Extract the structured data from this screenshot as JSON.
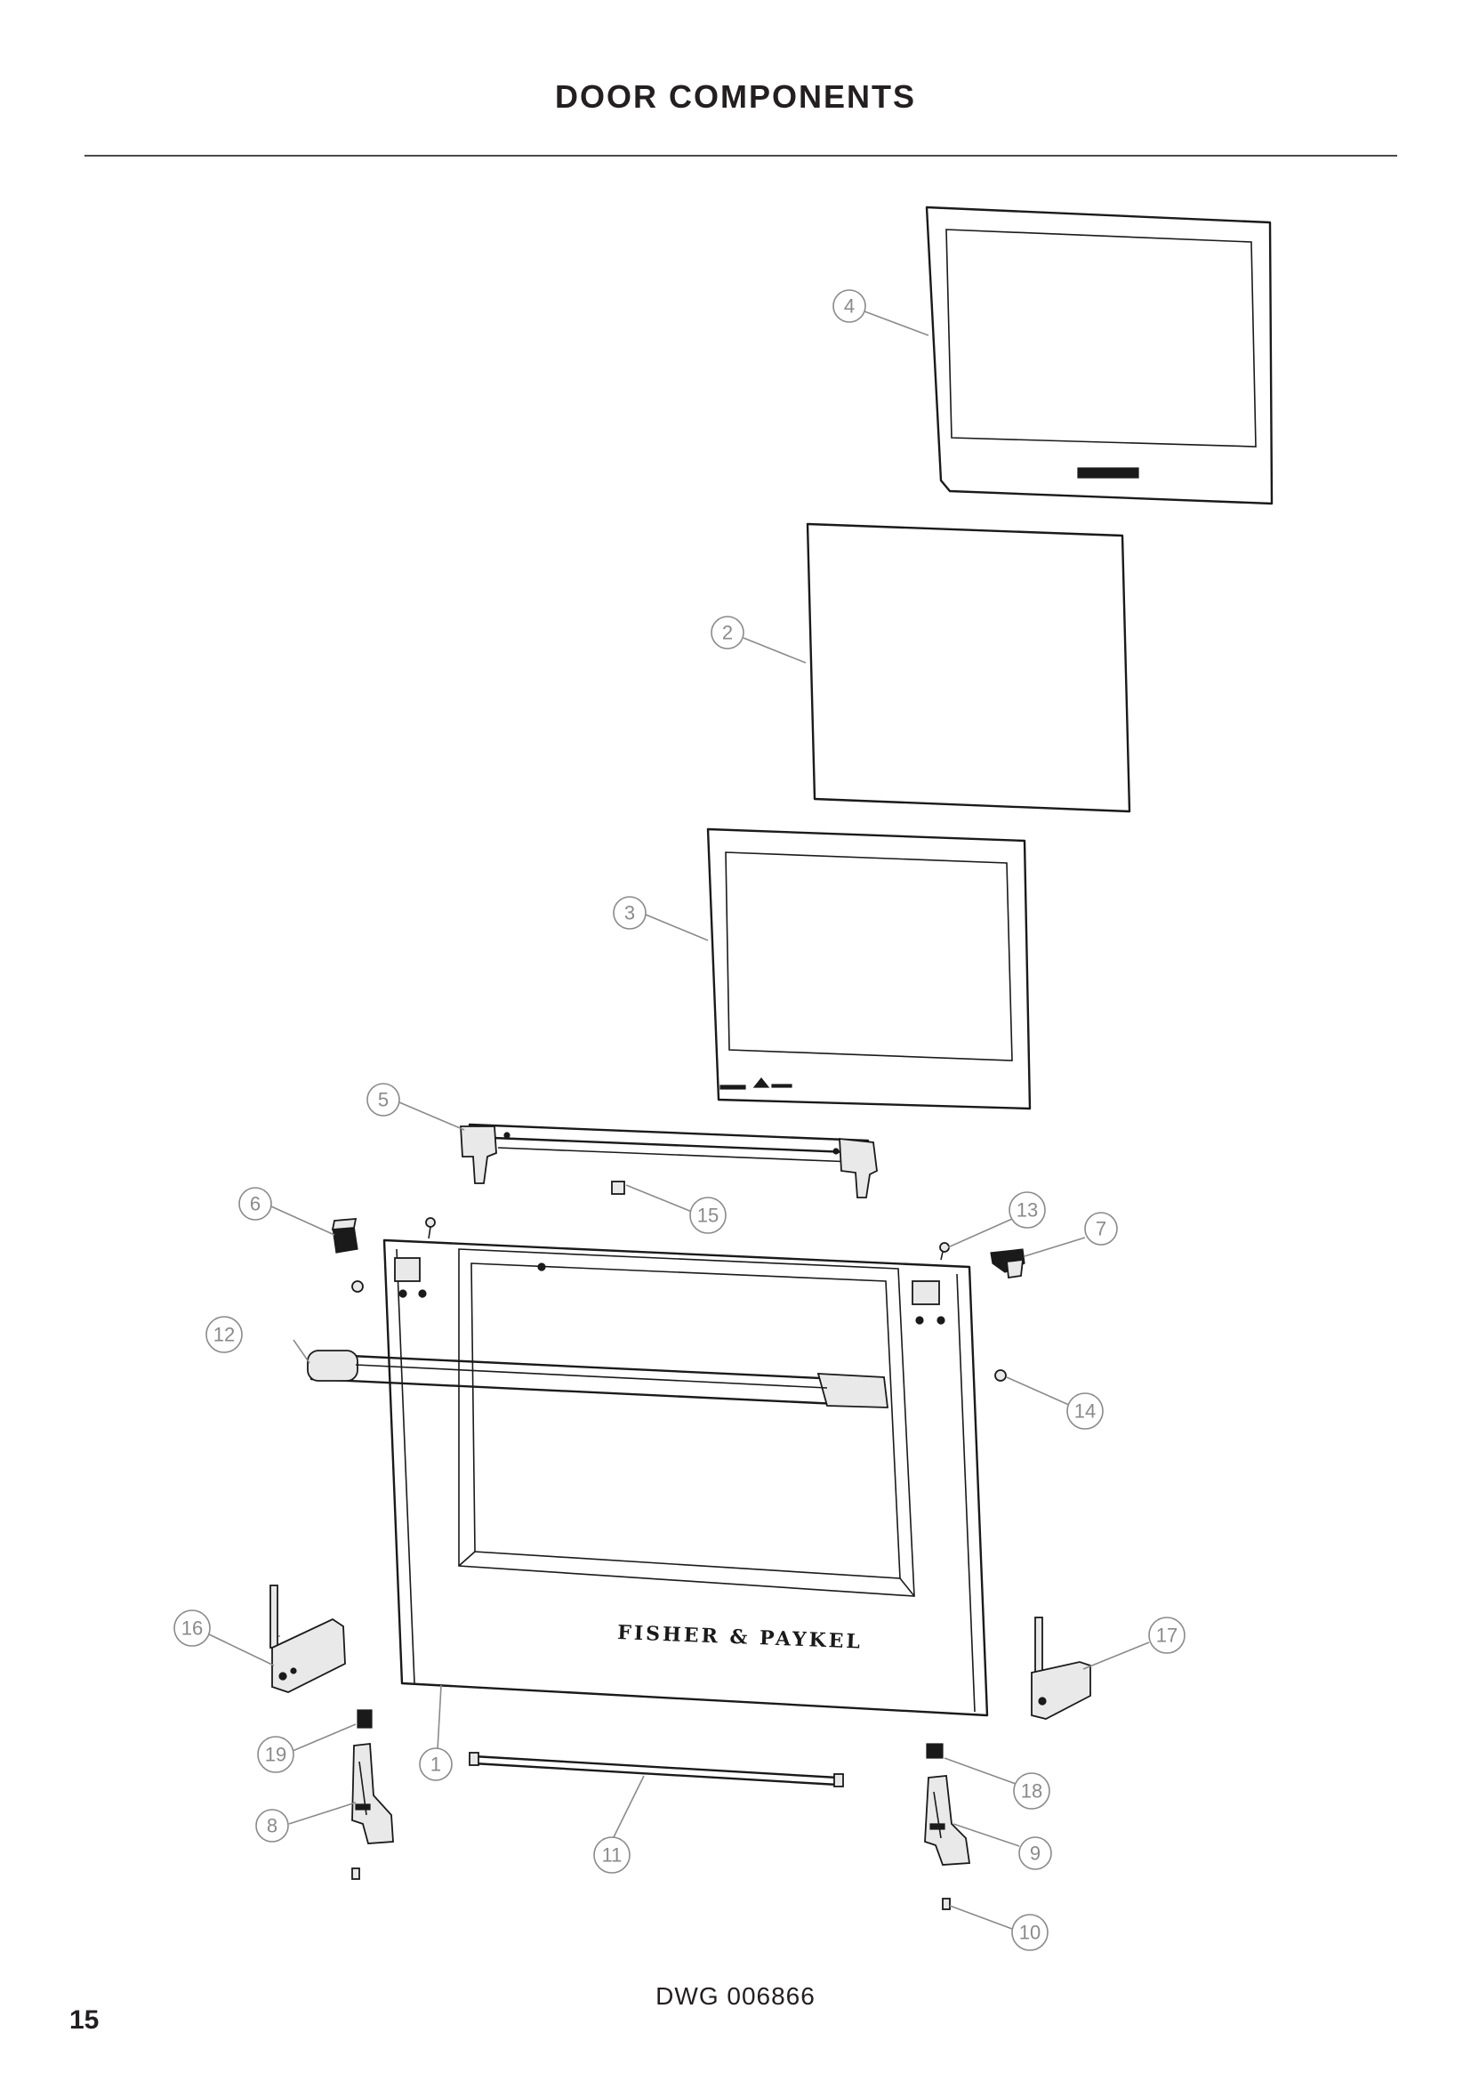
{
  "header": {
    "title": "DOOR COMPONENTS"
  },
  "footer": {
    "drawing_number": "DWG 006866",
    "page_number": "15"
  },
  "diagram": {
    "brand_text": "FISHER & PAYKEL",
    "callouts": [
      "1",
      "2",
      "3",
      "4",
      "5",
      "6",
      "7",
      "8",
      "9",
      "10",
      "11",
      "12",
      "13",
      "14",
      "15",
      "16",
      "17",
      "18",
      "19"
    ]
  },
  "colors": {
    "text": "#231f20",
    "callout": "#8a8a8a",
    "line": "#1a1a1a"
  }
}
